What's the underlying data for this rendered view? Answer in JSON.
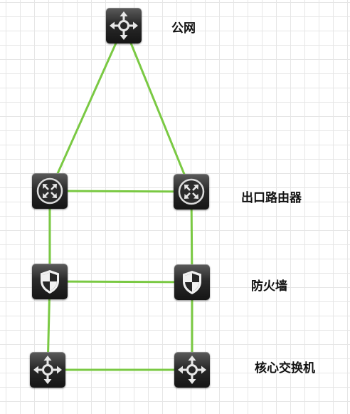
{
  "labels": {
    "public_network": "公网",
    "egress_routers": "出口路由器",
    "firewalls": "防火墙",
    "core_switches": "核心交换机"
  },
  "link_color": "#7ac943",
  "nodes": [
    {
      "id": "public-network",
      "icon": "switch-arrows-icon"
    },
    {
      "id": "router-left",
      "icon": "router-icon"
    },
    {
      "id": "router-right",
      "icon": "router-icon"
    },
    {
      "id": "firewall-left",
      "icon": "shield-icon"
    },
    {
      "id": "firewall-right",
      "icon": "shield-icon"
    },
    {
      "id": "core-switch-left",
      "icon": "switch-arrows-icon"
    },
    {
      "id": "core-switch-right",
      "icon": "switch-arrows-icon"
    }
  ],
  "links": [
    [
      "public-network",
      "router-left"
    ],
    [
      "public-network",
      "router-right"
    ],
    [
      "router-left",
      "router-right"
    ],
    [
      "router-left",
      "firewall-left"
    ],
    [
      "router-right",
      "firewall-right"
    ],
    [
      "firewall-left",
      "firewall-right"
    ],
    [
      "firewall-left",
      "core-switch-left"
    ],
    [
      "firewall-right",
      "core-switch-right"
    ],
    [
      "core-switch-left",
      "core-switch-right"
    ]
  ]
}
